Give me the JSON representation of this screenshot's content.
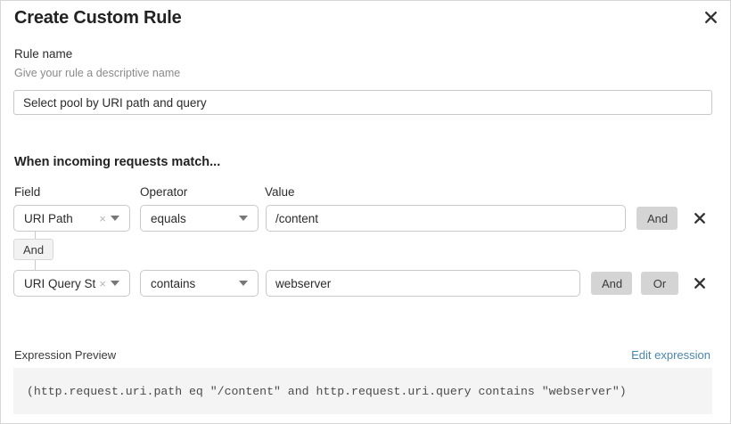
{
  "dialog": {
    "title": "Create Custom Rule",
    "close_icon": "close-icon"
  },
  "rule_name": {
    "label": "Rule name",
    "hint": "Give your rule a descriptive name",
    "value": "Select pool by URI path and query",
    "placeholder": "Select pool by URI path and query"
  },
  "conditions": {
    "heading": "When incoming requests match...",
    "columns": {
      "field": "Field",
      "operator": "Operator",
      "value": "Value"
    },
    "connector": {
      "label": "And"
    },
    "rows": [
      {
        "field": "URI Path",
        "clear_icon": "×",
        "operator": "equals",
        "value": "/content",
        "and_label": "And",
        "delete_icon": "close-icon"
      },
      {
        "field": "URI Query St…",
        "clear_icon": "×",
        "operator": "contains",
        "value": "webserver",
        "and_label": "And",
        "or_label": "Or",
        "delete_icon": "close-icon"
      }
    ]
  },
  "expression": {
    "label": "Expression Preview",
    "edit_link": "Edit expression",
    "text": "(http.request.uri.path eq \"/content\" and http.request.uri.query contains \"webserver\")"
  },
  "colors": {
    "link": "#4a87ad",
    "button_bg": "#d4d4d4",
    "preview_bg": "#f4f4f4",
    "border": "#c9c9c9"
  }
}
